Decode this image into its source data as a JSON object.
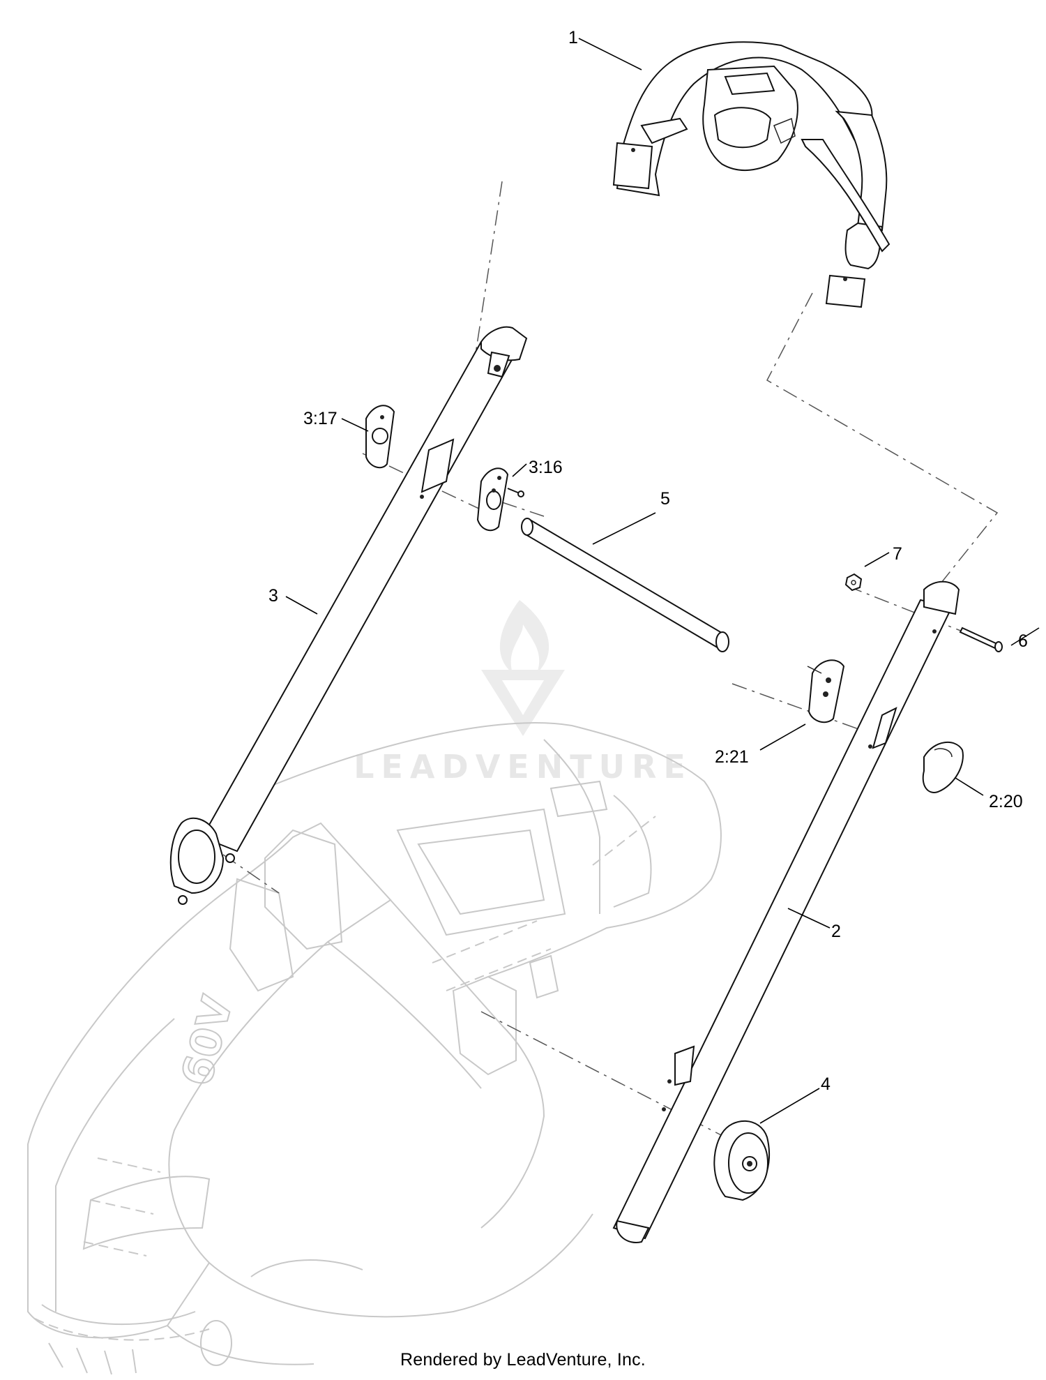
{
  "diagram": {
    "callouts": [
      {
        "id": "1",
        "label": "1"
      },
      {
        "id": "2",
        "label": "2"
      },
      {
        "id": "3",
        "label": "3"
      },
      {
        "id": "4",
        "label": "4"
      },
      {
        "id": "5",
        "label": "5"
      },
      {
        "id": "6",
        "label": "6"
      },
      {
        "id": "7",
        "label": "7"
      },
      {
        "id": "3-17",
        "label": "3:17"
      },
      {
        "id": "3-16",
        "label": "3:16"
      },
      {
        "id": "2-21",
        "label": "2:21"
      },
      {
        "id": "2-20",
        "label": "2:20"
      }
    ],
    "watermark": "LEADVENTURE",
    "deck_decal": "60V",
    "footer": "Rendered by LeadVenture, Inc."
  }
}
